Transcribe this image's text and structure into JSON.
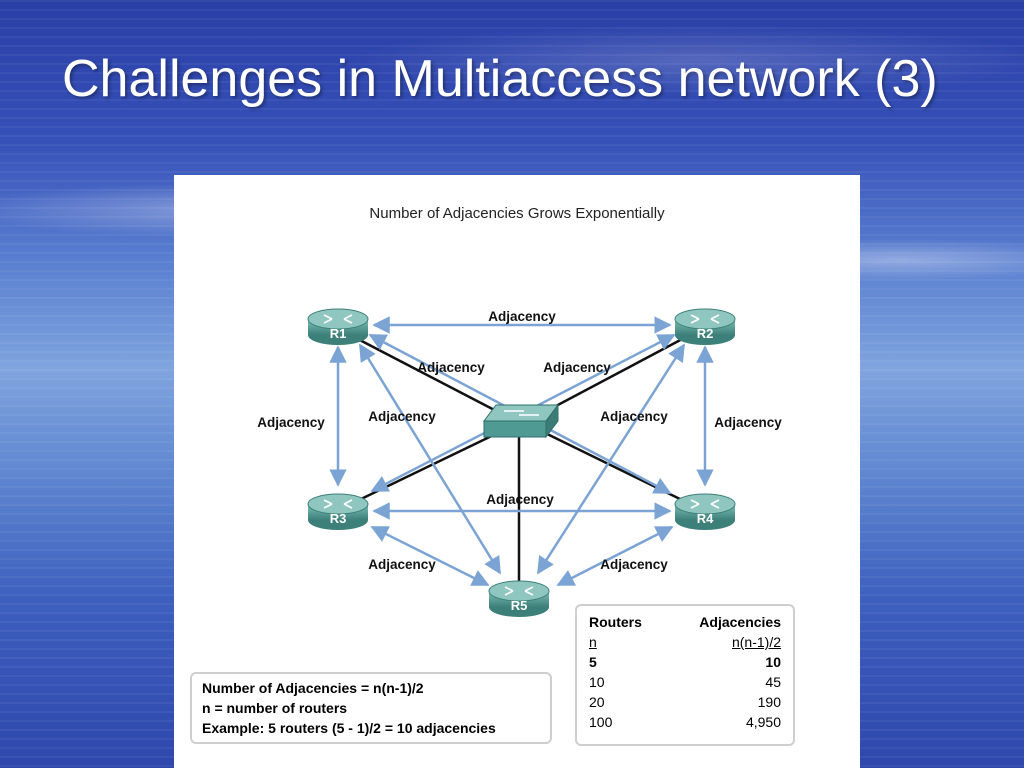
{
  "slide": {
    "title": "Challenges in Multiaccess network (3)"
  },
  "figure": {
    "title": "Number of Adjacencies Grows Exponentially",
    "routers": [
      "R1",
      "R2",
      "R3",
      "R4",
      "R5"
    ],
    "adjacency_label": "Adjacency"
  },
  "formula_box": {
    "line1": "Number of Adjacencies = n(n-1)/2",
    "line2": "n = number of routers",
    "line3": "Example: 5 routers (5 - 1)/2 = 10 adjacencies"
  },
  "table": {
    "headers": [
      "Routers",
      "Adjacencies"
    ],
    "formula_row": [
      "n",
      "n(n-1)/2"
    ],
    "rows": [
      [
        "5",
        "10"
      ],
      [
        "10",
        "45"
      ],
      [
        "20",
        "190"
      ],
      [
        "100",
        "4,950"
      ]
    ]
  },
  "colors": {
    "arrow": "#7ba3d4",
    "router": "#4f9a93",
    "link": "#111111"
  }
}
